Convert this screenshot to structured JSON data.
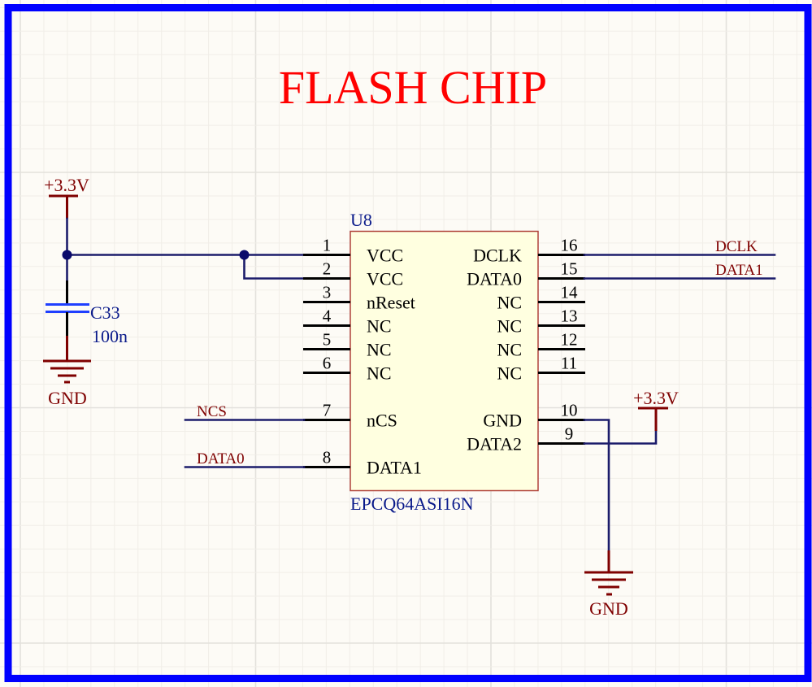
{
  "title": "FLASH CHIP",
  "colors": {
    "border": "#0000ff",
    "title": "#ff0000",
    "wire": "#1c1c6b",
    "power_symbol": "#7f0000",
    "designator": "#0a1a8a",
    "chip_fill": "#ffffe0",
    "chip_outline": "#b0433a",
    "capacitor": "#1f3fff",
    "background": "#fdfbf6"
  },
  "chip": {
    "designator": "U8",
    "part_number": "EPCQ64ASI16N",
    "left_pins": [
      {
        "number": "1",
        "name": "VCC"
      },
      {
        "number": "2",
        "name": "VCC"
      },
      {
        "number": "3",
        "name": "nReset"
      },
      {
        "number": "4",
        "name": "NC"
      },
      {
        "number": "5",
        "name": "NC"
      },
      {
        "number": "6",
        "name": "NC"
      },
      {
        "number": "7",
        "name": "nCS"
      },
      {
        "number": "8",
        "name": "DATA1"
      }
    ],
    "right_pins": [
      {
        "number": "16",
        "name": "DCLK"
      },
      {
        "number": "15",
        "name": "DATA0"
      },
      {
        "number": "14",
        "name": "NC"
      },
      {
        "number": "13",
        "name": "NC"
      },
      {
        "number": "12",
        "name": "NC"
      },
      {
        "number": "11",
        "name": "NC"
      },
      {
        "number": "10",
        "name": "GND"
      },
      {
        "number": "9",
        "name": "DATA2"
      }
    ]
  },
  "capacitor": {
    "designator": "C33",
    "value": "100n"
  },
  "power_ports": {
    "vcc_left": "+3.3V",
    "gnd_left": "GND",
    "vcc_right": "+3.3V",
    "gnd_right": "GND"
  },
  "net_labels": {
    "dclk": "DCLK",
    "data1": "DATA1",
    "ncs": "NCS",
    "data0": "DATA0"
  }
}
